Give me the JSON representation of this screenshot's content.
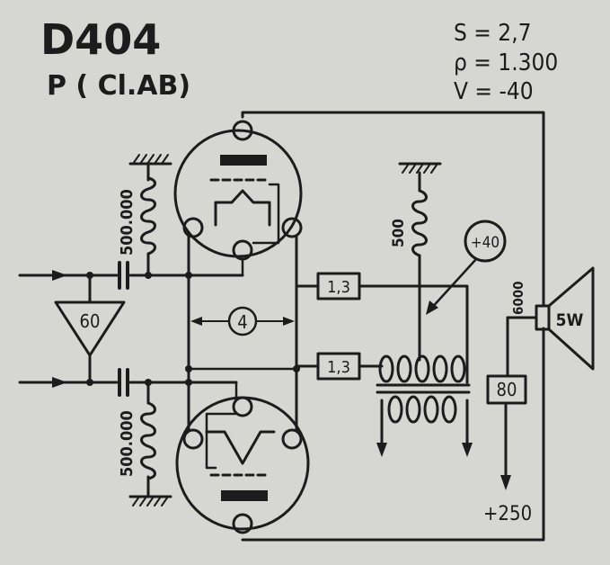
{
  "header": {
    "tube": "D404",
    "mode": "P ( Cl.AB)"
  },
  "specs": {
    "s": "S = 2,7",
    "p": "ρ = 1.300",
    "v": "V = -40"
  },
  "labels": {
    "resistor_top": "500.000",
    "resistor_bottom": "500.000",
    "driver_gain": "60",
    "tube_spacing": "4",
    "box_upper": "1,3",
    "box_lower": "1,3",
    "output_res": "500",
    "bias_voltage": "+40",
    "speaker_imp": "6000",
    "speaker_power": "5W",
    "supply_box": "80",
    "supply_voltage": "+250"
  }
}
